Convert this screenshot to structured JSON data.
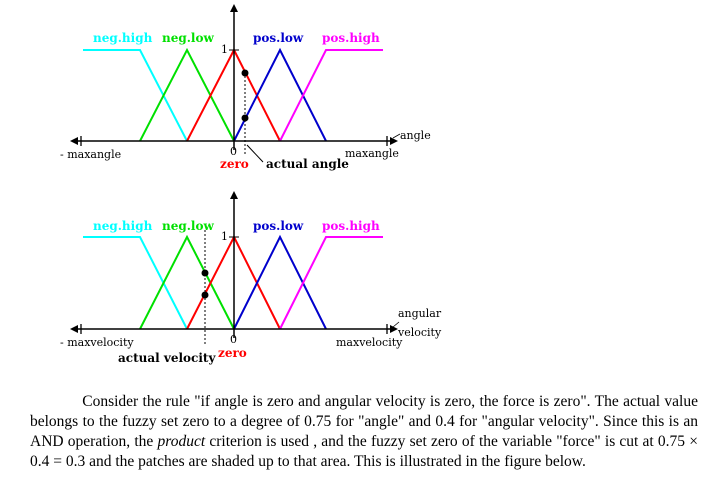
{
  "diagrams": [
    {
      "sets": [
        "neg.high",
        "neg.low",
        "pos.low",
        "pos.high"
      ],
      "one_label": "1",
      "zero_label": "0",
      "left_label": "- maxangle",
      "right_label": "maxangle",
      "axis_name": "angle",
      "zero_set_label": "zero",
      "pointer_label": "actual angle"
    },
    {
      "sets": [
        "neg.high",
        "neg.low",
        "pos.low",
        "pos.high"
      ],
      "one_label": "1",
      "zero_label": "0",
      "left_label": "- maxvelocity",
      "right_label": "maxvelocity",
      "axis_name_line1": "angular",
      "axis_name_line2": "velocity",
      "zero_set_label": "zero",
      "pointer_label": "actual velocity"
    }
  ],
  "colors": {
    "neg_high": "#00ffff",
    "neg_low": "#00e000",
    "zero": "#ff0000",
    "pos_low": "#0000cc",
    "pos_high": "#ff00ff"
  },
  "paragraph": {
    "p1": "Consider the rule \"if angle is zero and angular velocity is zero, the force is zero\". The actual value belongs to the fuzzy set zero to a degree of 0.75 for \"angle\" and 0.4 for \"angular velocity\". Since this is an AND operation, the ",
    "emph": "product",
    "p2": " criterion is used , and the fuzzy set zero of the variable \"force\" is cut at 0.75 × 0.4 = 0.3 and the patches are shaded up to that area. This is illustrated in the figure below."
  }
}
